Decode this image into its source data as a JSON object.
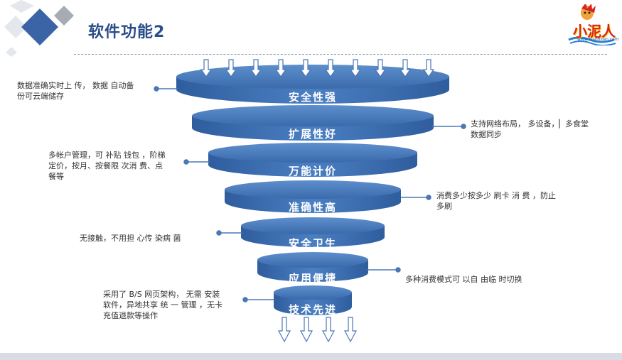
{
  "header": {
    "title": "软件功能2"
  },
  "logo": {
    "name": "小泥人",
    "url": "www.xiaoniren.com"
  },
  "funnel": {
    "levels": [
      {
        "label": "安全性强"
      },
      {
        "label": "扩展性好"
      },
      {
        "label": "万能计价"
      },
      {
        "label": "准确性高"
      },
      {
        "label": "安全卫生"
      },
      {
        "label": "应用便捷"
      },
      {
        "label": "技术先进"
      }
    ]
  },
  "annotations": {
    "a1_l1": "数据准确实时上 传，   数据 自动备",
    "a1_l2": "份可云端储存",
    "a2_l1": "支持网络布局，   多设备，▏多食堂",
    "a2_l2": "数据同步",
    "a3_l1": "多帐户管理，可 补贴 钱包 ，阶梯",
    "a3_l2": "定价，按月、按餐限 次消 费、点",
    "a3_l3": "餐等",
    "a4_l1": "消费多少按多少 刷卡 消 费 ，防止",
    "a4_l2": "多刷",
    "a5_l1": "无接触，不用担 心传 染病 菌",
    "a6_l1": "多种消费模式可 以自 由临 时切换",
    "a7_l1": "采用了 B/S 网页架构，  无需 安装",
    "a7_l2": "软件，异地共享 统 一 管理 ，无卡",
    "a7_l3": "充值退款等操作"
  },
  "colors": {
    "funnel_fill": "#3d6fb4",
    "funnel_top": "#4f83c4",
    "funnel_dark": "#2b5592",
    "connector": "#4a78b5",
    "title": "#2b4d8a",
    "text": "#333333"
  }
}
